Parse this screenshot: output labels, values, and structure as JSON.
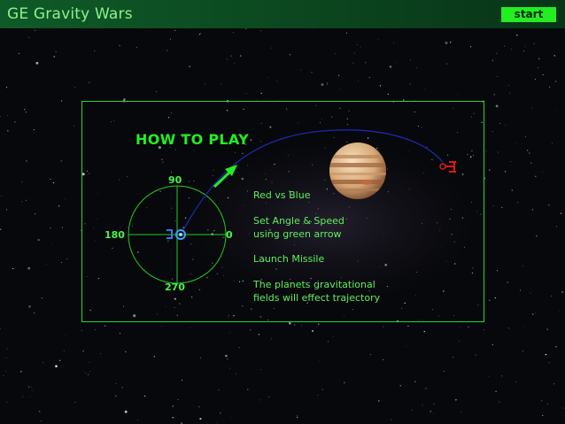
{
  "header": {
    "title": "GE Gravity Wars",
    "start_label": "start"
  },
  "panel": {
    "title": "HOW TO PLAY",
    "dial": {
      "deg_90": "90",
      "deg_180": "180",
      "deg_0": "0",
      "deg_270": "270"
    },
    "instructions": [
      "Red vs Blue",
      "Set Angle & Speed\nusing green arrow",
      "Launch Missile",
      "The planets gravitational\nfields will effect trajectory"
    ]
  },
  "colors": {
    "accent_green": "#22ee22",
    "header_bg": "#0f5a28",
    "panel_border": "#2bd42b",
    "trajectory": "#1a2aa8",
    "red_ship": "#e01818",
    "blue_ship": "#2a7cff"
  },
  "icons": {
    "planet": "jupiter-planet-icon",
    "red_ship": "red-ship-icon",
    "blue_ship": "blue-ship-icon",
    "aim_arrow": "green-arrow-icon"
  }
}
